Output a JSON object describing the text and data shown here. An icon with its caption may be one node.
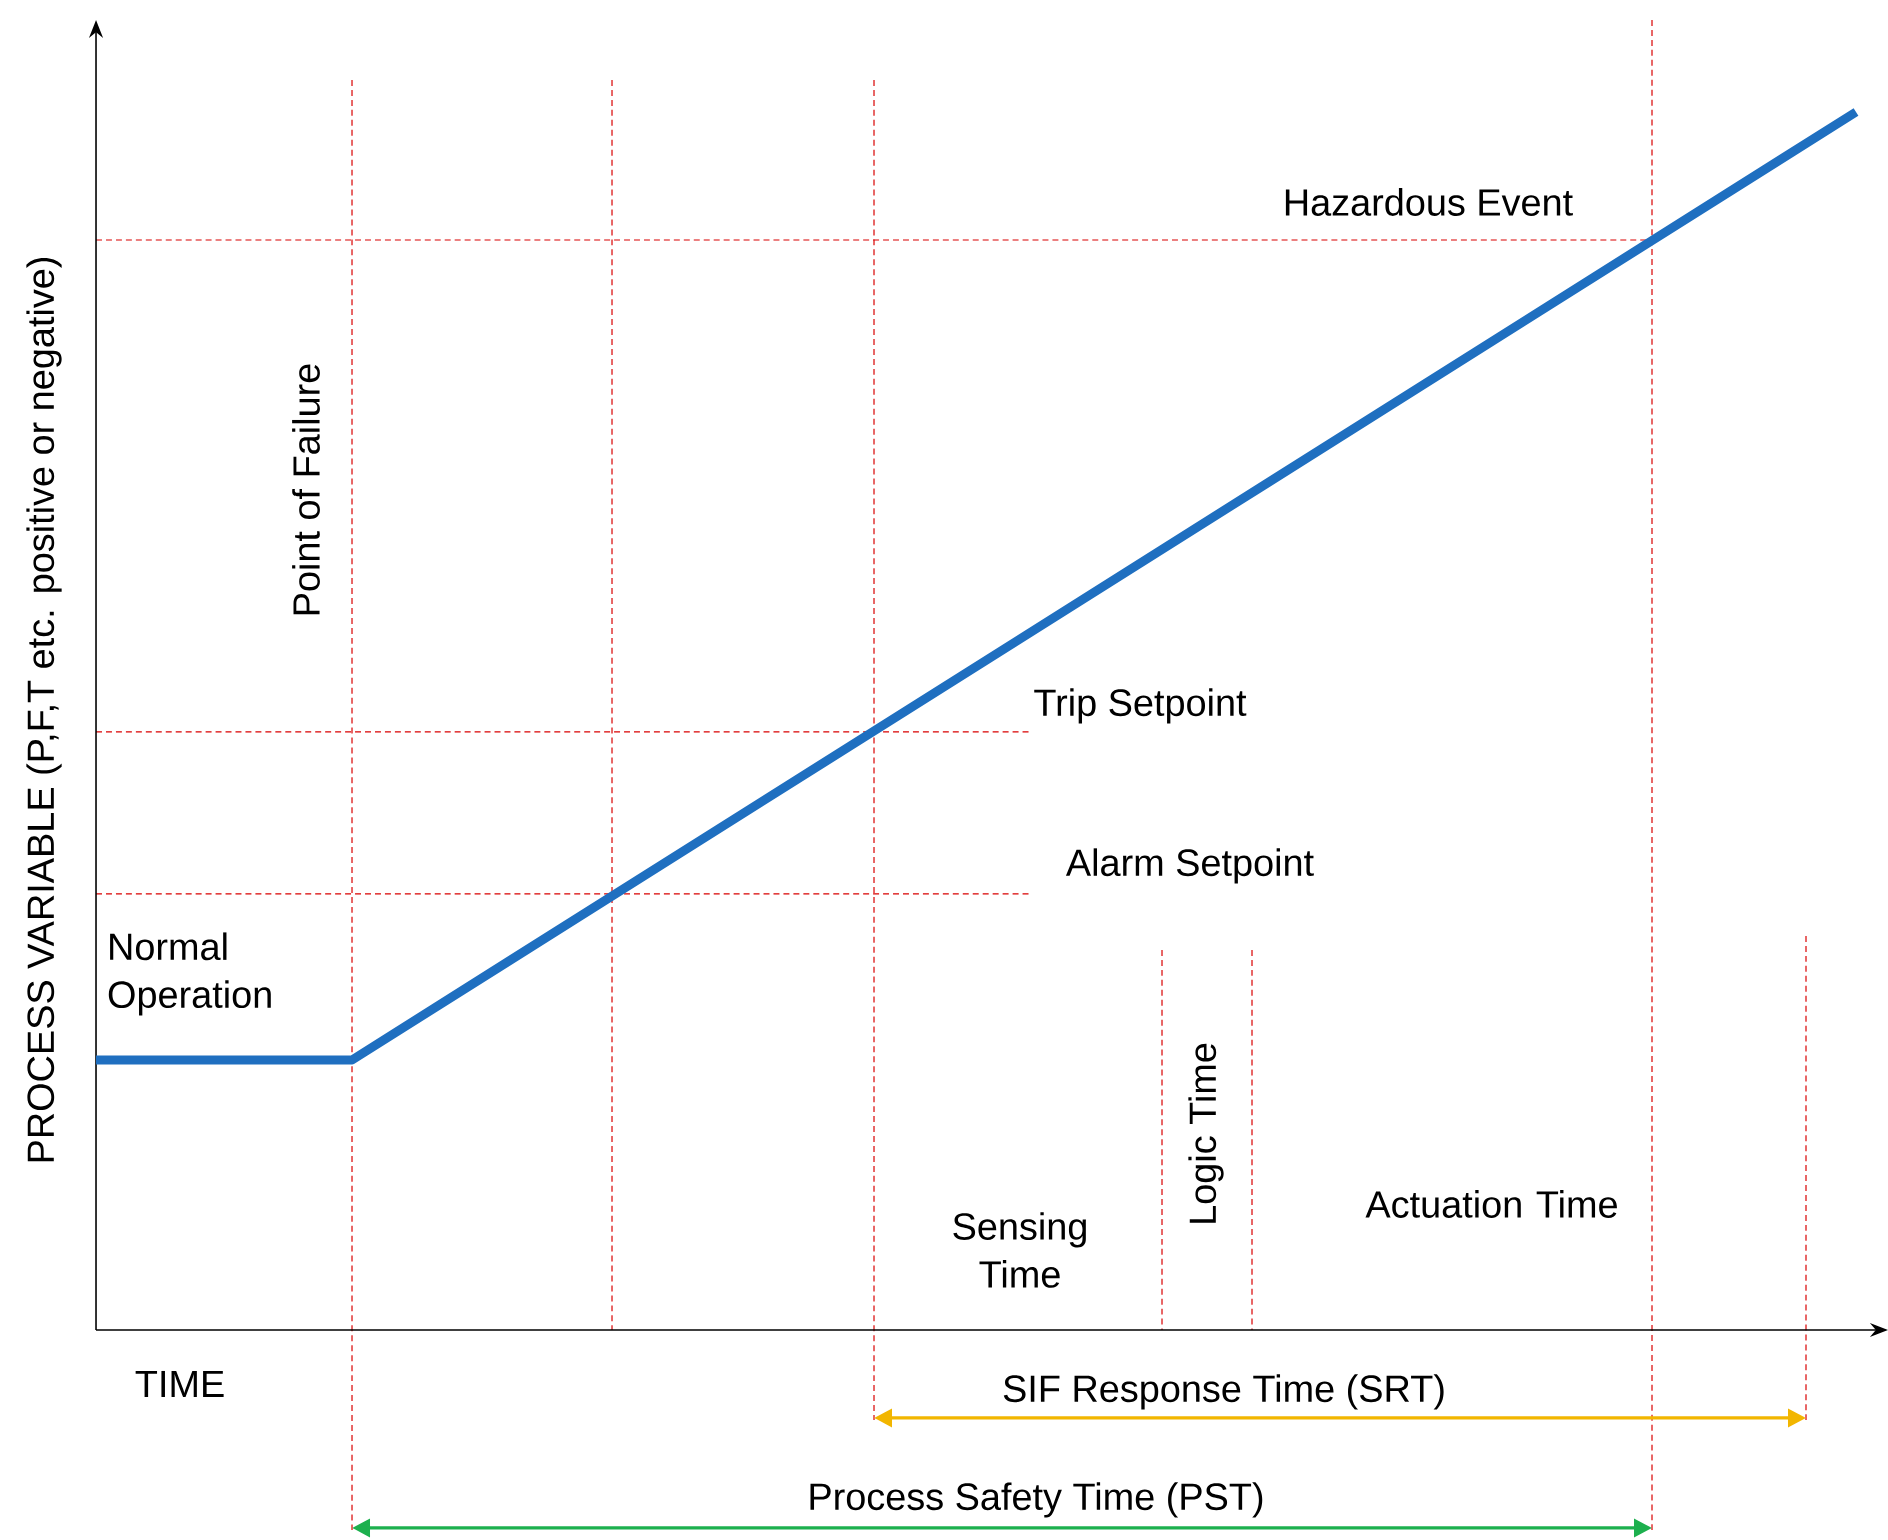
{
  "diagram": {
    "labels": [
      "Hazardous Event",
      "PROCESS VARIABLE (P,F,T etc. positive or negative)",
      "Point of Failure",
      "Trip Setpoint",
      "Alarm Setpoint",
      "Normal Operation",
      "Logic Time",
      "Actuation Time",
      "Sensing Time",
      "TIME",
      "SIF Response Time (SRT)",
      "Process Safety Time (PST)"
    ]
  }
}
